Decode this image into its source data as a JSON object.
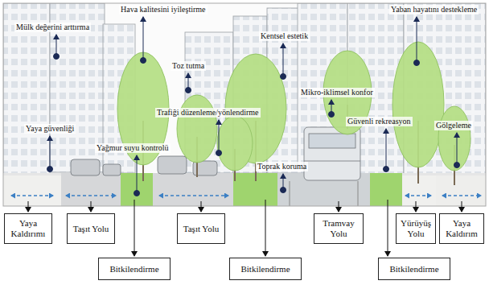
{
  "diagram": {
    "nodes": [
      {
        "text": [
          "Yaya Kaldırımı"
        ]
      },
      {
        "text": [
          "Taşıt Yolu"
        ]
      },
      {
        "text": [
          "Taşıt Yolu"
        ]
      },
      {
        "text": [
          "Tramvay Yolu"
        ]
      },
      {
        "text": [
          "Yürüyüş Yolu"
        ]
      },
      {
        "text": [
          "Yaya Kaldırım"
        ]
      },
      {
        "text": [
          "Bitkilendirme"
        ]
      },
      {
        "text": [
          "Bitkilendirme"
        ]
      },
      {
        "text": [
          "Bitkilendirme"
        ]
      }
    ],
    "labels": [
      "Hava kalitesini iyileştirme",
      "Yaban hayatını destekleme",
      "Mülk değerini arttırma",
      "Kentsel estetik",
      "Toz tutma",
      "Mikro-iklimsel konfor",
      "Trafiği düzenleme/yönlendirme",
      "Güvenli rekreasyon",
      "Gölgeleme",
      "Yaya güvenliği",
      "Yağmur suyu kontrolü",
      "Toprak koruma"
    ]
  }
}
